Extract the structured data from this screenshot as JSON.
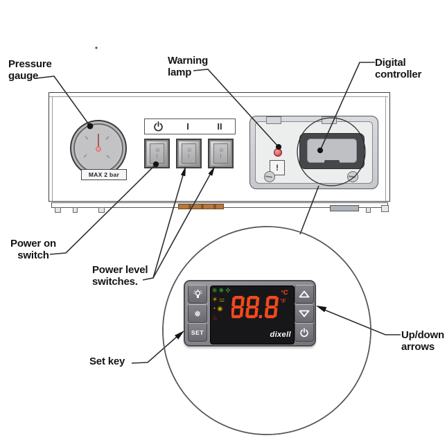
{
  "labels": {
    "pressure_gauge": {
      "line1": "Pressure",
      "line2": "gauge"
    },
    "warning_lamp": {
      "line1": "Warning",
      "line2": "lamp"
    },
    "digital_controller": {
      "line1": "Digital",
      "line2": "controller"
    },
    "power_on_switch": {
      "line1": "Power on",
      "line2": "switch"
    },
    "power_level_switches": {
      "line1": "Power level",
      "line2": "switches."
    },
    "set_key": {
      "text": "Set key"
    },
    "up_down_arrows": {
      "line1": "Up/down",
      "line2": "arrows"
    }
  },
  "panel": {
    "gauge_max_label": "MAX  2 bar",
    "warning_box_label": "!",
    "switch_strip": {
      "symbols": [
        {
          "name": "power-symbol",
          "type": "power-icon"
        },
        {
          "name": "level-1-symbol",
          "text": "I"
        },
        {
          "name": "level-2-symbol",
          "text": "II"
        }
      ]
    }
  },
  "controller": {
    "display_value": "88.8",
    "unit_celsius": "°C",
    "unit_fahrenheit": "°F",
    "brand": "dixell",
    "set_label": "SET",
    "status_icons": [
      {
        "name": "compressor-snowflake-icon",
        "glyph": "❄",
        "color": "#3aa434",
        "row": 1
      },
      {
        "name": "frost-snowflake-icon",
        "glyph": "❅",
        "color": "#3aa434",
        "row": 1
      },
      {
        "name": "fan-icon",
        "glyph": "✣",
        "color": "#3aa434",
        "row": 1
      },
      {
        "name": "defrost-icon",
        "glyph": "☀",
        "color": "#dba600",
        "row": 2
      },
      {
        "name": "energy-saving-icon",
        "glyph": "⚍",
        "color": "#dba600",
        "row": 2
      },
      {
        "name": "clock-icon",
        "glyph": "◔",
        "color": "#dba600",
        "row": 3
      },
      {
        "name": "alarm-icon",
        "glyph": "◉",
        "color": "#dba600",
        "row": 3
      },
      {
        "name": "heat-icon",
        "glyph": "♨",
        "color": "#cf2a0e",
        "row": 4
      }
    ]
  },
  "colors": {
    "digit": "#f2491c",
    "unit_c": "#f2491c",
    "unit_f": "#dd3a10",
    "lamp_red": "#c03434",
    "leader_line": "#2e2e2e"
  }
}
